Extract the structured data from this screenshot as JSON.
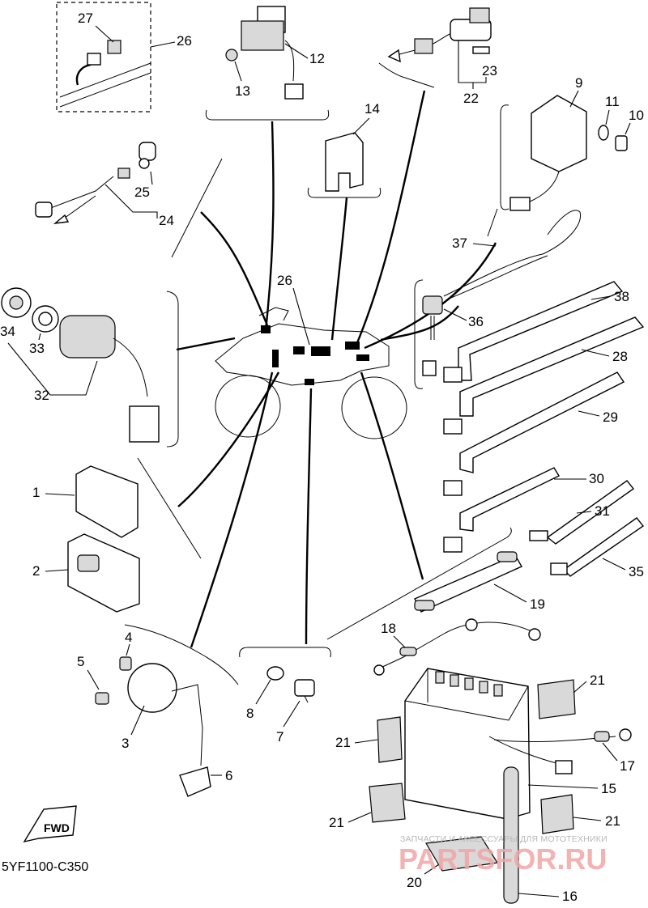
{
  "diagram": {
    "code": "5YF1100-C350",
    "direction_label": "FWD",
    "watermark": {
      "caption": "ЗАПЧАСТИ И АКСЕССУАРЫ ДЛЯ МОТОТЕХНИКИ",
      "brand": "PARTSFOR.RU"
    },
    "callouts": {
      "c1": "1",
      "c2": "2",
      "c3": "3",
      "c4": "4",
      "c5": "5",
      "c6": "6",
      "c7": "7",
      "c8": "8",
      "c9": "9",
      "c10": "10",
      "c11": "11",
      "c12": "12",
      "c13": "13",
      "c14": "14",
      "c15": "15",
      "c16": "16",
      "c17": "17",
      "c18": "18",
      "c19": "19",
      "c20": "20",
      "c21a": "21",
      "c21b": "21",
      "c21c": "21",
      "c21d": "21",
      "c22": "22",
      "c23": "23",
      "c24": "24",
      "c25": "25",
      "c26a": "26",
      "c26b": "26",
      "c27": "27",
      "c28": "28",
      "c29": "29",
      "c30": "30",
      "c31": "31",
      "c32": "32",
      "c33": "33",
      "c34": "34",
      "c35": "35",
      "c36": "36",
      "c37": "37",
      "c38": "38"
    }
  }
}
